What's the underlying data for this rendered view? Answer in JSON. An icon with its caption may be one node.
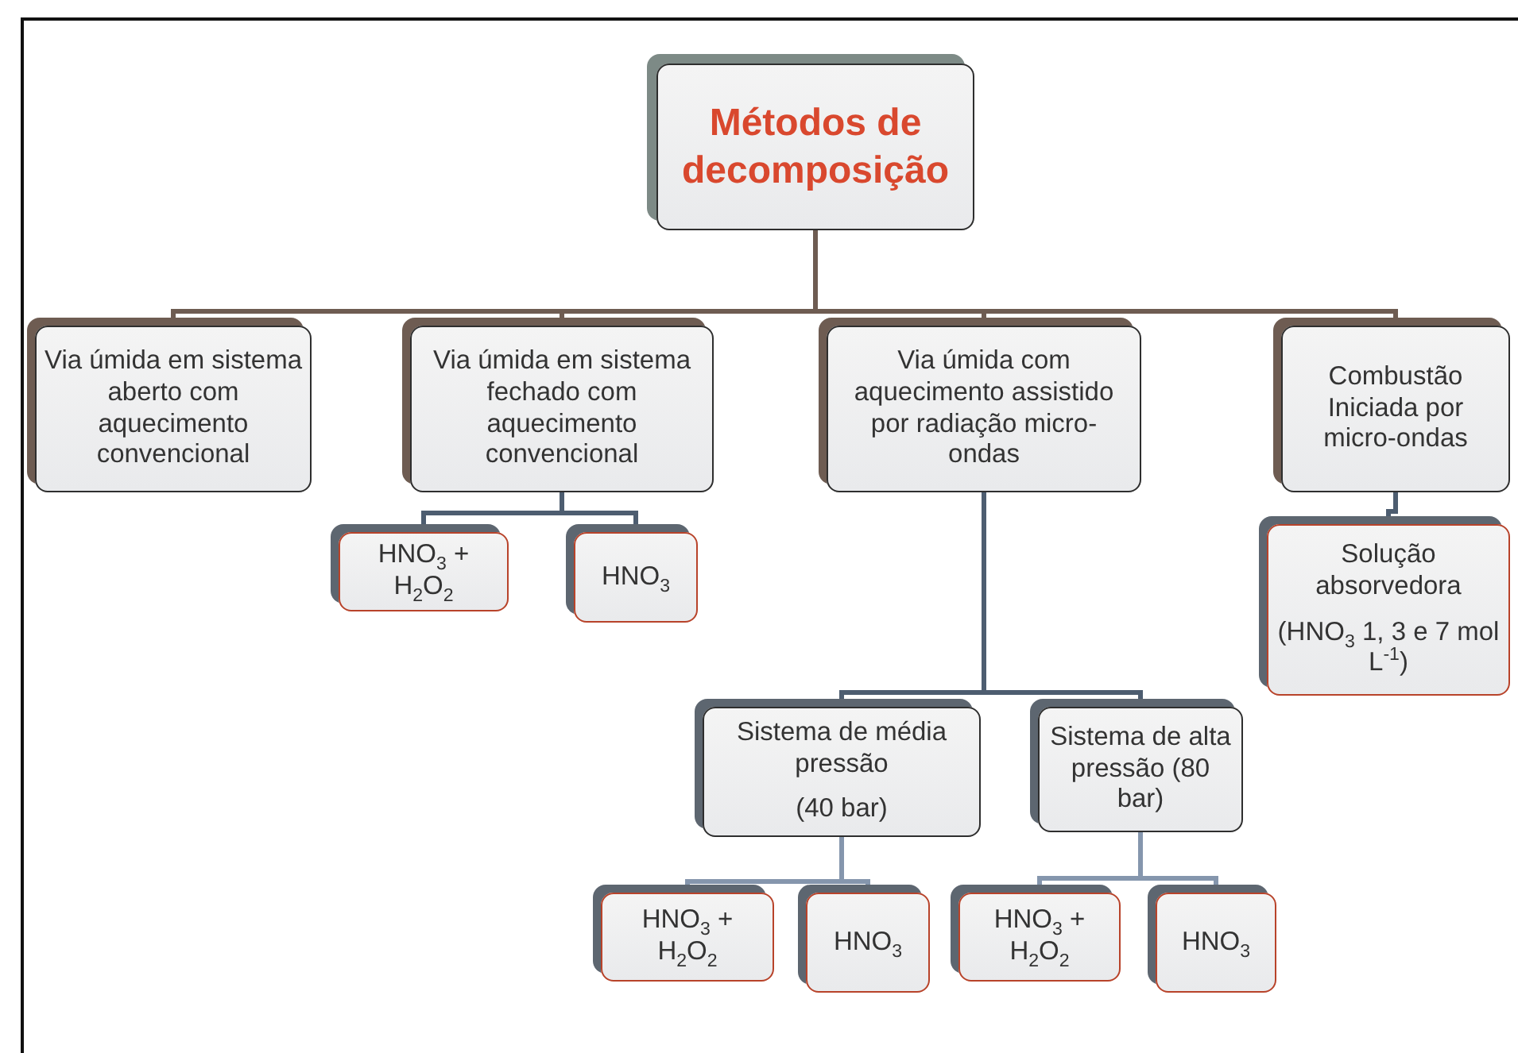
{
  "diagram": {
    "nodes": [
      {
        "text": [
          "Métodos de decomposição"
        ]
      },
      {
        "text": [
          "Via úmida em sistema aberto com aquecimento convencional"
        ]
      },
      {
        "text": [
          "Via úmida em sistema fechado com aquecimento convencional"
        ]
      },
      {
        "text": [
          "Via úmida com aquecimento assistido por radiação micro-ondas"
        ]
      },
      {
        "text": [
          "Combustão Iniciada por micro-ondas"
        ]
      },
      {
        "text": [
          "HNO$_{3}$ + H$_{2}$O$_{2}$"
        ]
      },
      {
        "text": [
          "HNO$_{3}$"
        ]
      },
      {
        "text": [
          "Solução absorvedora",
          "(HNO$_{3}$ 1, 3 e 7 mol L$^{-1}$)"
        ]
      },
      {
        "text": [
          "Sistema de média pressão",
          "(40 bar)"
        ]
      },
      {
        "text": [
          "Sistema de alta pressão (80 bar)"
        ]
      },
      {
        "text": [
          "HNO$_{3}$ + H$_{2}$O$_{2}$"
        ]
      },
      {
        "text": [
          "HNO$_{3}$"
        ]
      },
      {
        "text": [
          "HNO$_{3}$ + H$_{2}$O$_{2}$"
        ]
      },
      {
        "text": [
          "HNO$_{3}$"
        ]
      }
    ],
    "edges": [
      {
        "from": 0,
        "to": 1,
        "arrow": "none",
        "color": "#6e5c52"
      },
      {
        "from": 0,
        "to": 2,
        "arrow": "none",
        "color": "#6e5c52"
      },
      {
        "from": 0,
        "to": 3,
        "arrow": "none",
        "color": "#6e5c52"
      },
      {
        "from": 0,
        "to": 4,
        "arrow": "none",
        "color": "#6e5c52"
      },
      {
        "from": 2,
        "to": 5,
        "arrow": "none"
      },
      {
        "from": 2,
        "to": 6,
        "arrow": "none"
      },
      {
        "from": 4,
        "to": 7,
        "arrow": "none"
      },
      {
        "from": 3,
        "to": 8,
        "arrow": "none"
      },
      {
        "from": 3,
        "to": 9,
        "arrow": "none"
      },
      {
        "from": 8,
        "to": 10,
        "arrow": "none",
        "color": "#8596ad"
      },
      {
        "from": 8,
        "to": 11,
        "arrow": "none",
        "color": "#8596ad"
      },
      {
        "from": 9,
        "to": 12,
        "arrow": "none",
        "color": "#8596ad"
      },
      {
        "from": 9,
        "to": 13,
        "arrow": "none",
        "color": "#8596ad"
      }
    ]
  }
}
